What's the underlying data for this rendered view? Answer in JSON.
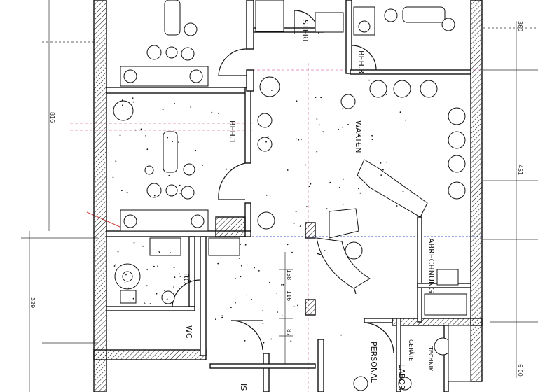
{
  "rooms": {
    "steri": "STERI",
    "beh3": "BEH.3",
    "beh1": "BEH.1",
    "warten": "WARTEN",
    "abrechnung": "ABRECHNUNG",
    "roe": "RÖ",
    "wc": "WC",
    "personal": "PERSONAL",
    "labor": "LABOR",
    "geraete": "GERÄTE",
    "technik": "TECHNIK",
    "bottom_left": "IS"
  },
  "dimensions": {
    "d360": "360",
    "d816": "816",
    "d451": "451",
    "d329": "329",
    "d600": "6 00",
    "d158": "158",
    "d116": "116",
    "d87": "87"
  },
  "colors": {
    "wall": "#111111",
    "guide_pink": "#e07ab0",
    "guide_blue": "#3a55c8",
    "marker_red": "#d23c3c"
  }
}
